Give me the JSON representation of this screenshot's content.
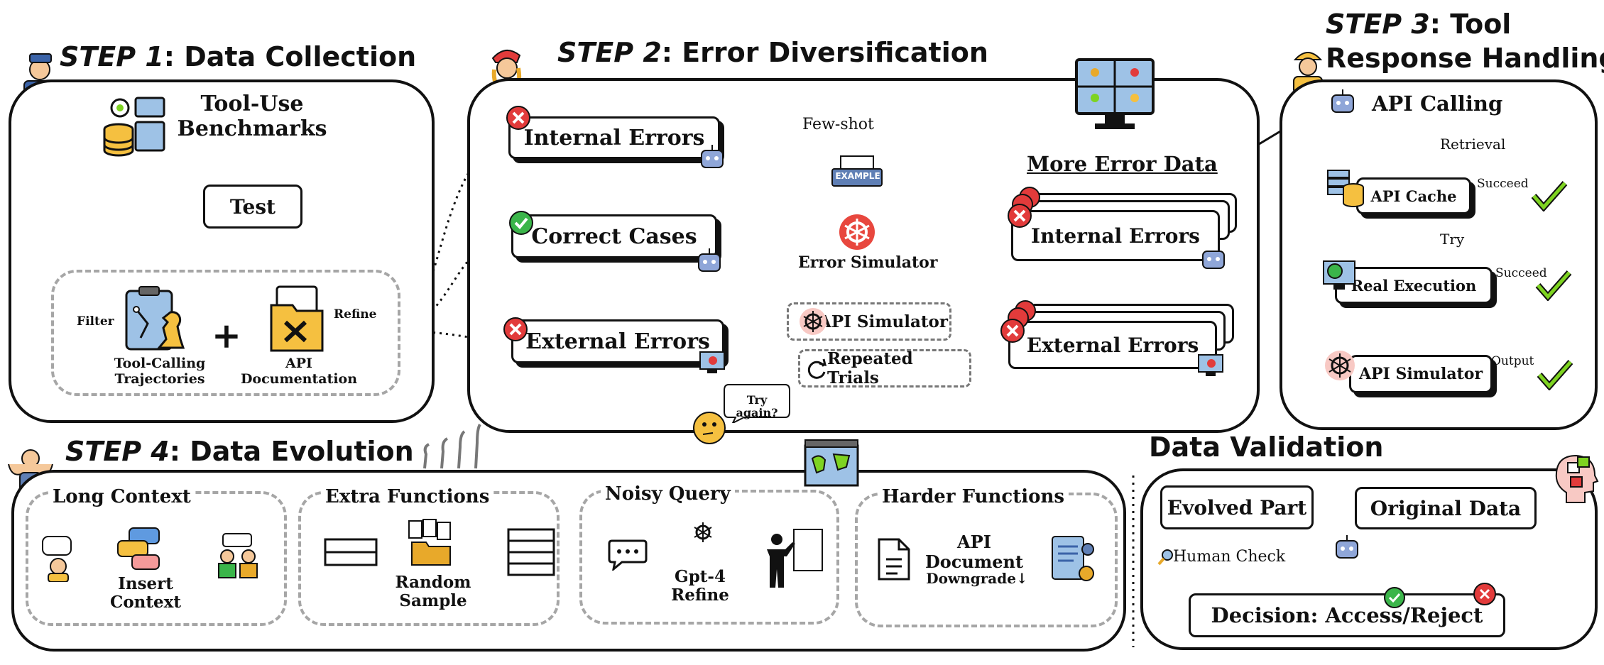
{
  "step1": {
    "prefix": "STEP 1",
    "title": ": Data Collection",
    "benchmarks": "Tool-Use\nBenchmarks",
    "test": "Test",
    "filter": "Filter",
    "refine": "Refine",
    "trajectories": "Tool-Calling\nTrajectories",
    "api_doc": "API\nDocumentation"
  },
  "step2": {
    "prefix": "STEP 2",
    "title": ": Error Diversification",
    "internal_errors": "Internal Errors",
    "correct_cases": "Correct Cases",
    "external_errors": "External Errors",
    "few_shot": "Few-shot",
    "example": "EXAMPLE",
    "error_simulator": "Error Simulator",
    "more_error_data": "More Error Data",
    "api_simulator": "API Simulator",
    "repeated_trials": "Repeated Trials",
    "out_internal": "Internal Errors",
    "out_external": "External Errors",
    "try_again": "Try again?"
  },
  "step3": {
    "prefix": "STEP 3",
    "title": ": Tool",
    "title2": "Response Handling",
    "api_calling": "API Calling",
    "retrieval": "Retrieval",
    "api_cache": "API Cache",
    "succeed1": "Succeed",
    "try": "Try",
    "real_execution": "Real Execution",
    "succeed2": "Succeed",
    "api_simulator": "API Simulator",
    "output": "Output"
  },
  "step4": {
    "prefix": "STEP 4",
    "title": ": Data Evolution",
    "long_context": "Long Context",
    "insert_context": "Insert\nContext",
    "extra_functions": "Extra Functions",
    "random_sample": "Random\nSample",
    "noisy_query": "Noisy Query",
    "gpt4_refine": "Gpt-4\nRefine",
    "harder_functions": "Harder Functions",
    "api_document": "API Document",
    "downgrade": "Downgrade↓"
  },
  "validation": {
    "title": "Data Validation",
    "evolved_part": "Evolved Part",
    "original_data": "Original Data",
    "human_check": "Human Check",
    "decision": "Decision: Access/Reject"
  },
  "colors": {
    "error_red": "#e23b3b",
    "success_green": "#3bb54a",
    "check_green": "#7ed321",
    "dashed_gray": "#a6a6a6",
    "openai_red": "#e8473e",
    "robot_blue": "#8fa6d8"
  }
}
